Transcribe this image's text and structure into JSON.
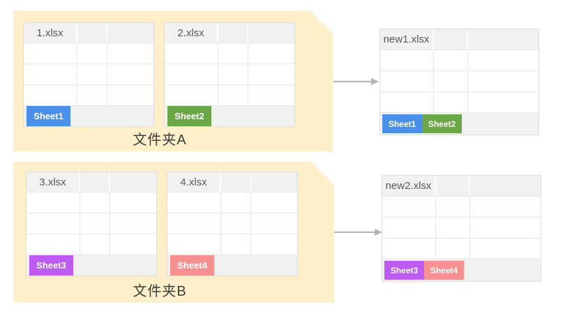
{
  "diagram": {
    "style": {
      "folder_fill": "#fcefca",
      "arrow_color": "#b4b4b4",
      "header_fill": "#f1f1f2",
      "tab_text_color": "#ffffff"
    },
    "folders": [
      {
        "label": "文件夹A",
        "files": [
          {
            "name": "1.xlsx",
            "sheets": [
              {
                "label": "Sheet1",
                "color": "#4a8fe8"
              }
            ]
          },
          {
            "name": "2.xlsx",
            "sheets": [
              {
                "label": "Sheet2",
                "color": "#6ba746"
              }
            ]
          }
        ]
      },
      {
        "label": "文件夹B",
        "files": [
          {
            "name": "3.xlsx",
            "sheets": [
              {
                "label": "Sheet3",
                "color": "#bd5af0"
              }
            ]
          },
          {
            "name": "4.xlsx",
            "sheets": [
              {
                "label": "Sheet4",
                "color": "#f79090"
              }
            ]
          }
        ]
      }
    ],
    "results": [
      {
        "name": "new1.xlsx",
        "sheets": [
          {
            "label": "Sheet1",
            "color": "#4a8fe8"
          },
          {
            "label": "Sheet2",
            "color": "#6ba746"
          }
        ]
      },
      {
        "name": "new2.xlsx",
        "sheets": [
          {
            "label": "Sheet3",
            "color": "#bd5af0"
          },
          {
            "label": "Sheet4",
            "color": "#f79090"
          }
        ]
      }
    ]
  }
}
